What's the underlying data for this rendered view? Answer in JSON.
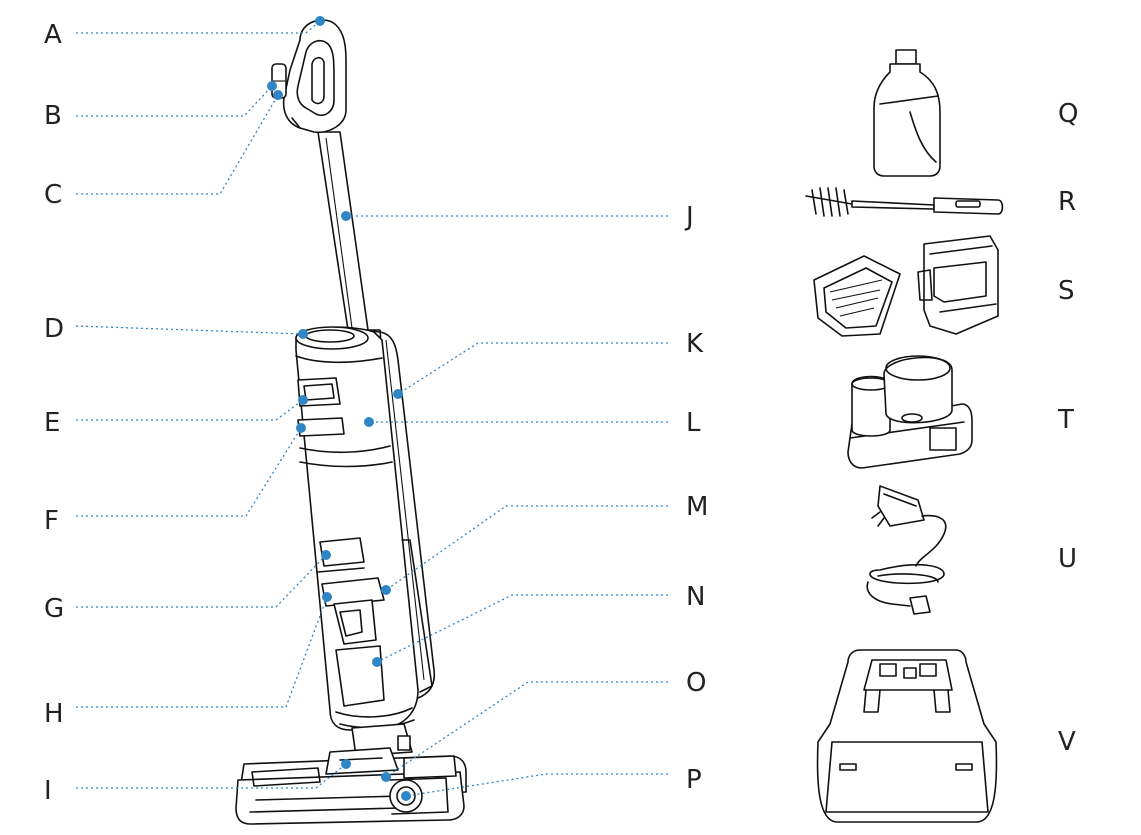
{
  "colors": {
    "accent": "#2f86c6",
    "line": "#111111",
    "background": "#ffffff"
  },
  "labels": {
    "A": "A",
    "B": "B",
    "C": "C",
    "D": "D",
    "E": "E",
    "F": "F",
    "G": "G",
    "H": "H",
    "I": "I",
    "J": "J",
    "K": "K",
    "L": "L",
    "M": "M",
    "N": "N",
    "O": "O",
    "P": "P",
    "Q": "Q",
    "R": "R",
    "S": "S",
    "T": "T",
    "U": "U",
    "V": "V"
  }
}
